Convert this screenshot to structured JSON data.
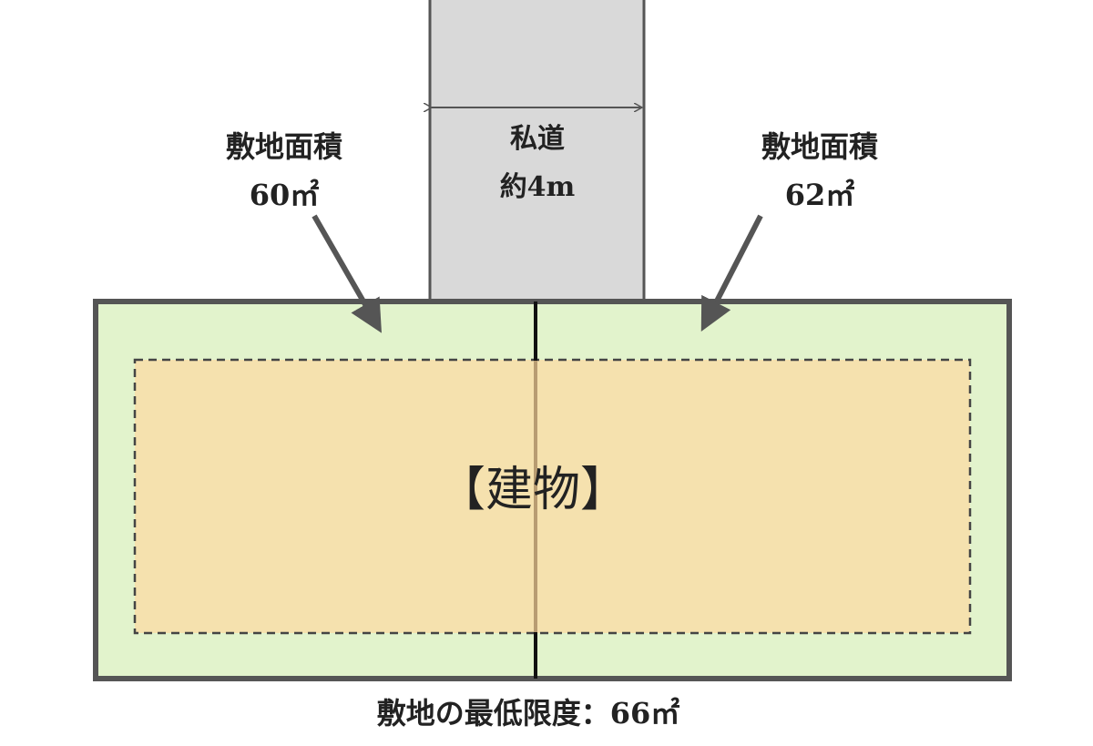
{
  "road": {
    "name": "私道",
    "width": "約4m"
  },
  "left_lot": {
    "label": "敷地面積",
    "area": "60㎡"
  },
  "right_lot": {
    "label": "敷地面積",
    "area": "62㎡"
  },
  "building": {
    "label": "【建物】"
  },
  "footer": {
    "text": "敷地の最低限度：66㎡"
  },
  "colors": {
    "road": "#d9d9d9",
    "lot": "#e2f3cc",
    "building": "#f5e1ae",
    "stroke": "#555555"
  }
}
